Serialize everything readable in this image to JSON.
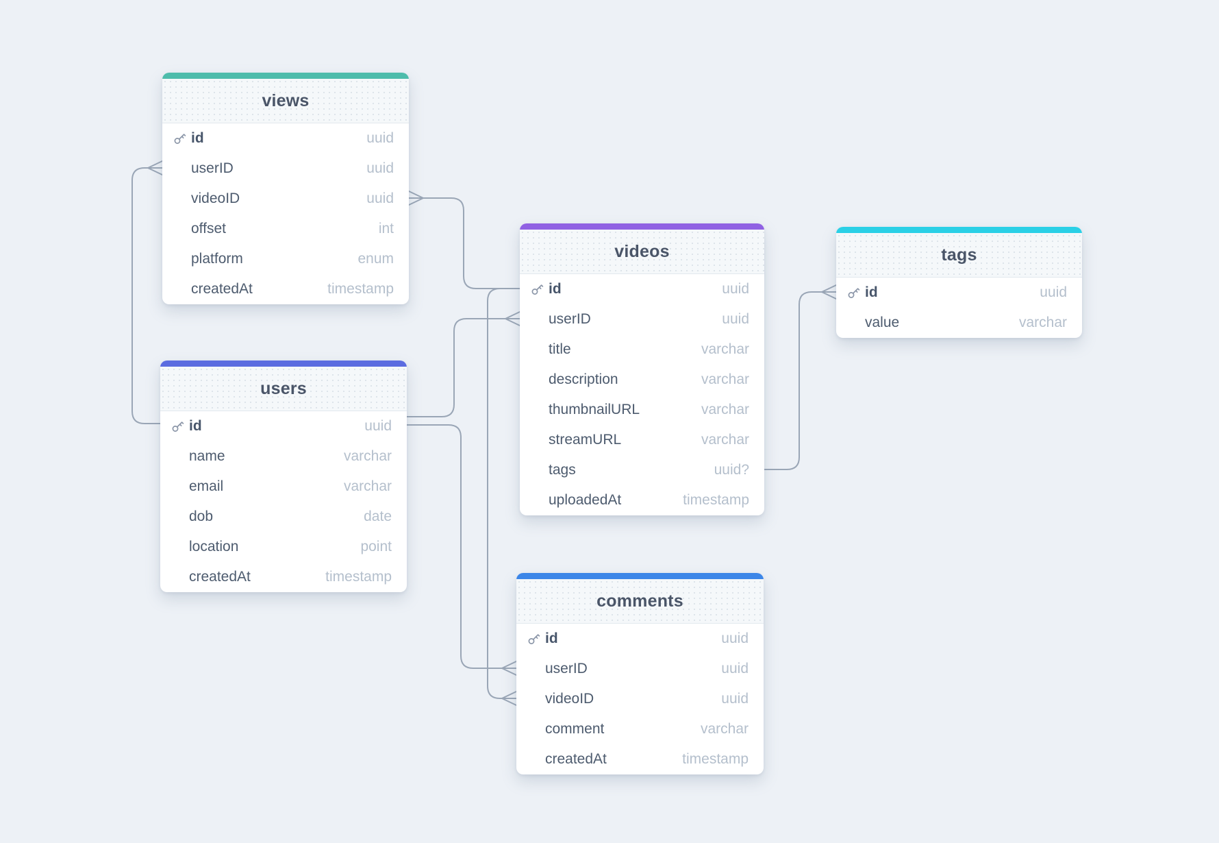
{
  "diagram": {
    "background_color": "#edf1f6",
    "wire_color": "#9aa6b6"
  },
  "tables": [
    {
      "title": "views",
      "accent": "#4dbcab",
      "fields": [
        {
          "name": "id",
          "type": "uuid",
          "pk": true
        },
        {
          "name": "userID",
          "type": "uuid"
        },
        {
          "name": "videoID",
          "type": "uuid"
        },
        {
          "name": "offset",
          "type": "int"
        },
        {
          "name": "platform",
          "type": "enum"
        },
        {
          "name": "createdAt",
          "type": "timestamp"
        }
      ]
    },
    {
      "title": "users",
      "accent": "#5b6ce0",
      "fields": [
        {
          "name": "id",
          "type": "uuid",
          "pk": true
        },
        {
          "name": "name",
          "type": "varchar"
        },
        {
          "name": "email",
          "type": "varchar"
        },
        {
          "name": "dob",
          "type": "date"
        },
        {
          "name": "location",
          "type": "point"
        },
        {
          "name": "createdAt",
          "type": "timestamp"
        }
      ]
    },
    {
      "title": "videos",
      "accent": "#9061e3",
      "fields": [
        {
          "name": "id",
          "type": "uuid",
          "pk": true
        },
        {
          "name": "userID",
          "type": "uuid"
        },
        {
          "name": "title",
          "type": "varchar"
        },
        {
          "name": "description",
          "type": "varchar"
        },
        {
          "name": "thumbnailURL",
          "type": "varchar"
        },
        {
          "name": "streamURL",
          "type": "varchar"
        },
        {
          "name": "tags",
          "type": "uuid?"
        },
        {
          "name": "uploadedAt",
          "type": "timestamp"
        }
      ]
    },
    {
      "title": "tags",
      "accent": "#2bd0e6",
      "fields": [
        {
          "name": "id",
          "type": "uuid",
          "pk": true
        },
        {
          "name": "value",
          "type": "varchar"
        }
      ]
    },
    {
      "title": "comments",
      "accent": "#3c86e8",
      "fields": [
        {
          "name": "id",
          "type": "uuid",
          "pk": true
        },
        {
          "name": "userID",
          "type": "uuid"
        },
        {
          "name": "videoID",
          "type": "uuid"
        },
        {
          "name": "comment",
          "type": "varchar"
        },
        {
          "name": "createdAt",
          "type": "timestamp"
        }
      ]
    }
  ],
  "connections": [
    {
      "from": "users.id",
      "to": "views.userID",
      "cardinality": "one-to-many"
    },
    {
      "from": "videos.id",
      "to": "views.videoID",
      "cardinality": "one-to-many"
    },
    {
      "from": "users.id",
      "to": "videos.userID",
      "cardinality": "one-to-many"
    },
    {
      "from": "users.id",
      "to": "comments.userID",
      "cardinality": "one-to-many"
    },
    {
      "from": "videos.id",
      "to": "comments.videoID",
      "cardinality": "one-to-many"
    },
    {
      "from": "tags.id",
      "to": "videos.tags",
      "cardinality": "one-to-many"
    }
  ]
}
